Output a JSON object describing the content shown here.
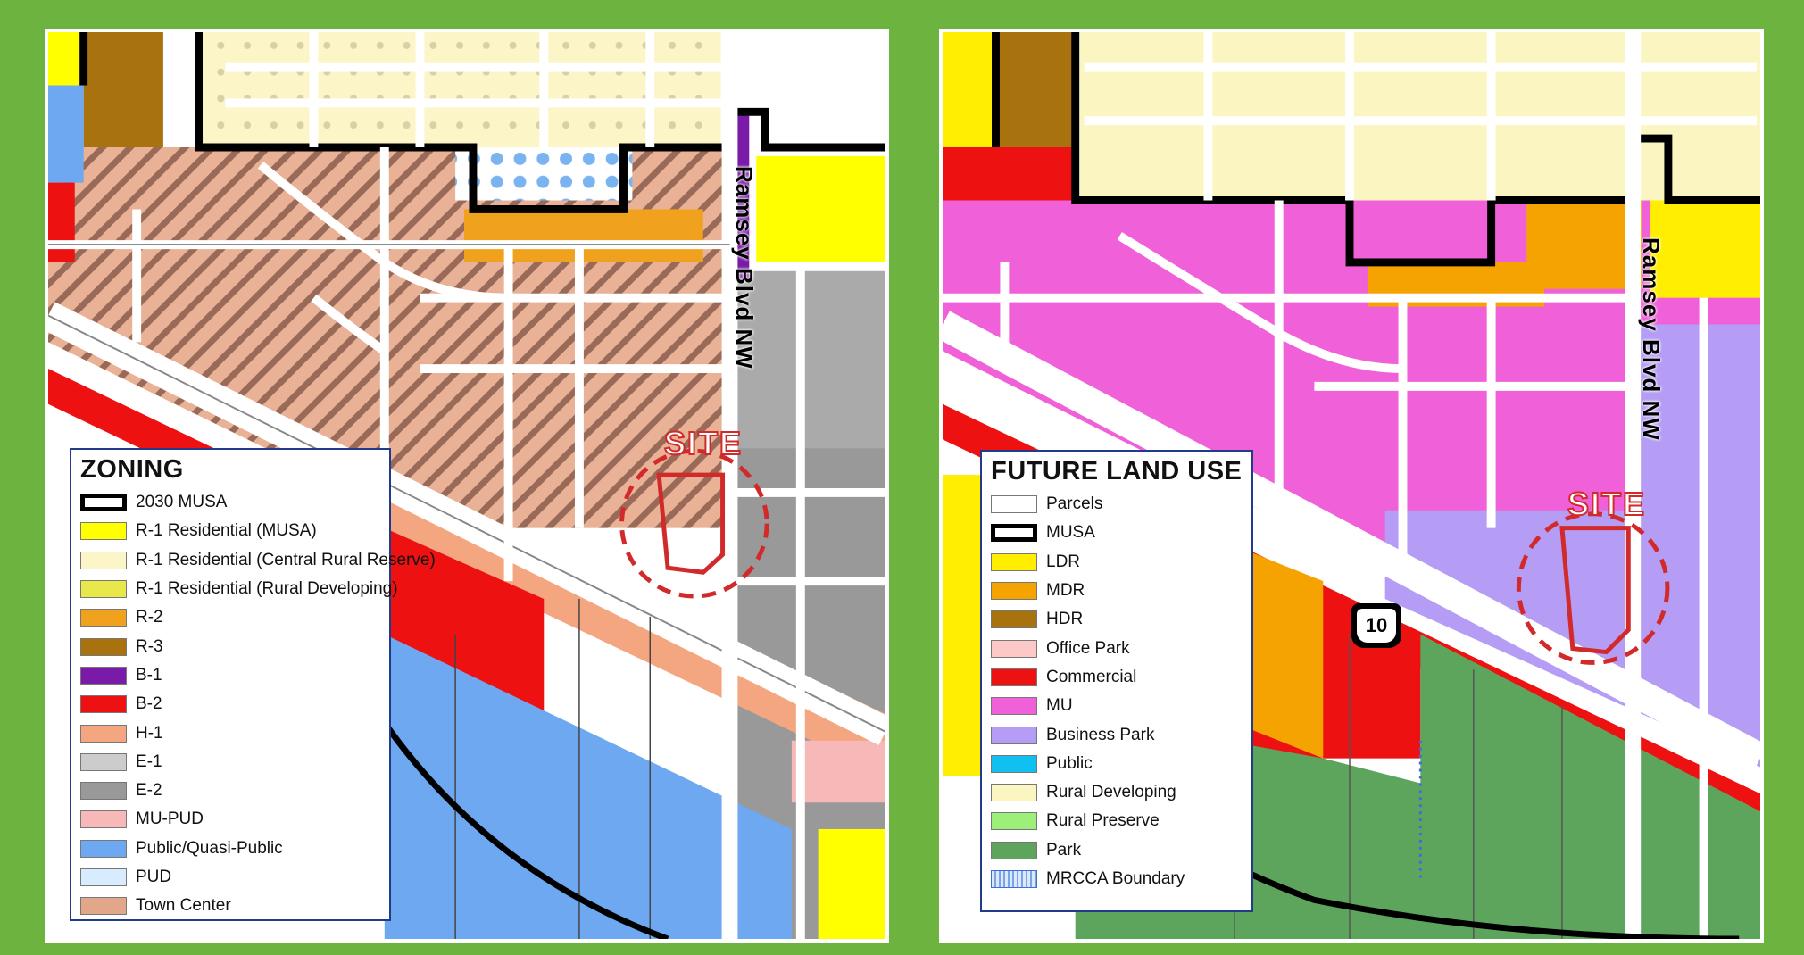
{
  "zoning_map": {
    "street_label": "Ramsey Blvd NW",
    "site_label": "SITE",
    "legend": {
      "title": "ZONING",
      "items": [
        {
          "label": "2030 MUSA",
          "swatch": "musa"
        },
        {
          "label": "R-1 Residential (MUSA)",
          "swatch": "#ffff00"
        },
        {
          "label": "R-1 Residential (Central Rural Reserve)",
          "swatch": "#fbf5c7"
        },
        {
          "label": "R-1 Residential (Rural Developing)",
          "swatch": "#e8e84a"
        },
        {
          "label": "R-2",
          "swatch": "#f0a21e"
        },
        {
          "label": "R-3",
          "swatch": "#a8730f"
        },
        {
          "label": "B-1",
          "swatch": "#7a1aa8"
        },
        {
          "label": "B-2",
          "swatch": "#ee1111"
        },
        {
          "label": "H-1",
          "swatch": "#f4a680"
        },
        {
          "label": "E-1",
          "swatch": "#cccccc"
        },
        {
          "label": "E-2",
          "swatch": "#999999"
        },
        {
          "label": "MU-PUD",
          "swatch": "#f7b8b8"
        },
        {
          "label": "Public/Quasi-Public",
          "swatch": "#6ea8f0"
        },
        {
          "label": "PUD",
          "swatch": "#d8ecff"
        },
        {
          "label": "Town Center",
          "swatch": "#e2a688"
        }
      ]
    }
  },
  "land_use_map": {
    "street_label": "Ramsey Blvd NW",
    "site_label": "SITE",
    "highway_shield": "10",
    "legend": {
      "title": "FUTURE LAND USE",
      "items": [
        {
          "label": "Parcels",
          "swatch": "#ffffff"
        },
        {
          "label": "MUSA",
          "swatch": "musa"
        },
        {
          "label": "LDR",
          "swatch": "#ffee00"
        },
        {
          "label": "MDR",
          "swatch": "#f5a300"
        },
        {
          "label": "HDR",
          "swatch": "#a8730f"
        },
        {
          "label": "Office Park",
          "swatch": "#fcc8c8"
        },
        {
          "label": "Commercial",
          "swatch": "#ee1111"
        },
        {
          "label": "MU",
          "swatch": "#f060d8"
        },
        {
          "label": "Business Park",
          "swatch": "#b59cf5"
        },
        {
          "label": "Public",
          "swatch": "#10c0f0"
        },
        {
          "label": "Rural Developing",
          "swatch": "#fbf5c2"
        },
        {
          "label": "Rural Preserve",
          "swatch": "#9cf07a"
        },
        {
          "label": "Park",
          "swatch": "#5da55d"
        },
        {
          "label": "MRCCA Boundary",
          "swatch": "mrcca"
        }
      ]
    }
  }
}
